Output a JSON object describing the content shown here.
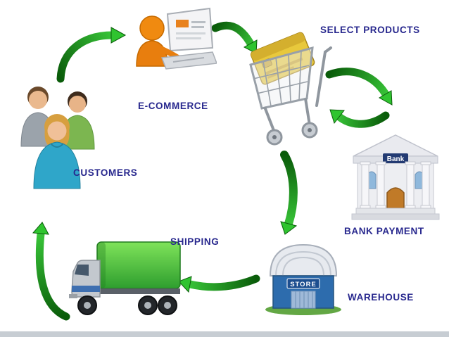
{
  "diagram": {
    "type": "cycle-flow",
    "nodes": [
      {
        "id": "customers",
        "label": "CUSTOMERS"
      },
      {
        "id": "ecommerce",
        "label": "E-COMMERCE"
      },
      {
        "id": "select_products",
        "label": "SELECT PRODUCTS"
      },
      {
        "id": "bank_payment",
        "label": "BANK PAYMENT"
      },
      {
        "id": "warehouse",
        "label": "WAREHOUSE"
      },
      {
        "id": "shipping",
        "label": "SHIPPING"
      }
    ],
    "edges": [
      "CUSTOMERS -> E-COMMERCE",
      "E-COMMERCE -> SELECT PRODUCTS",
      "SELECT PRODUCTS -> BANK PAYMENT",
      "BANK PAYMENT -> SELECT PRODUCTS",
      "SELECT PRODUCTS -> WAREHOUSE",
      "WAREHOUSE -> SHIPPING",
      "SHIPPING -> CUSTOMERS"
    ],
    "signs": {
      "bank": "Bank",
      "warehouse": "STORE"
    },
    "colors": {
      "label": "#28288E",
      "arrow_dark": "#0A5C0A",
      "arrow_light": "#3ED23E",
      "background": "#FFFFFF"
    }
  }
}
